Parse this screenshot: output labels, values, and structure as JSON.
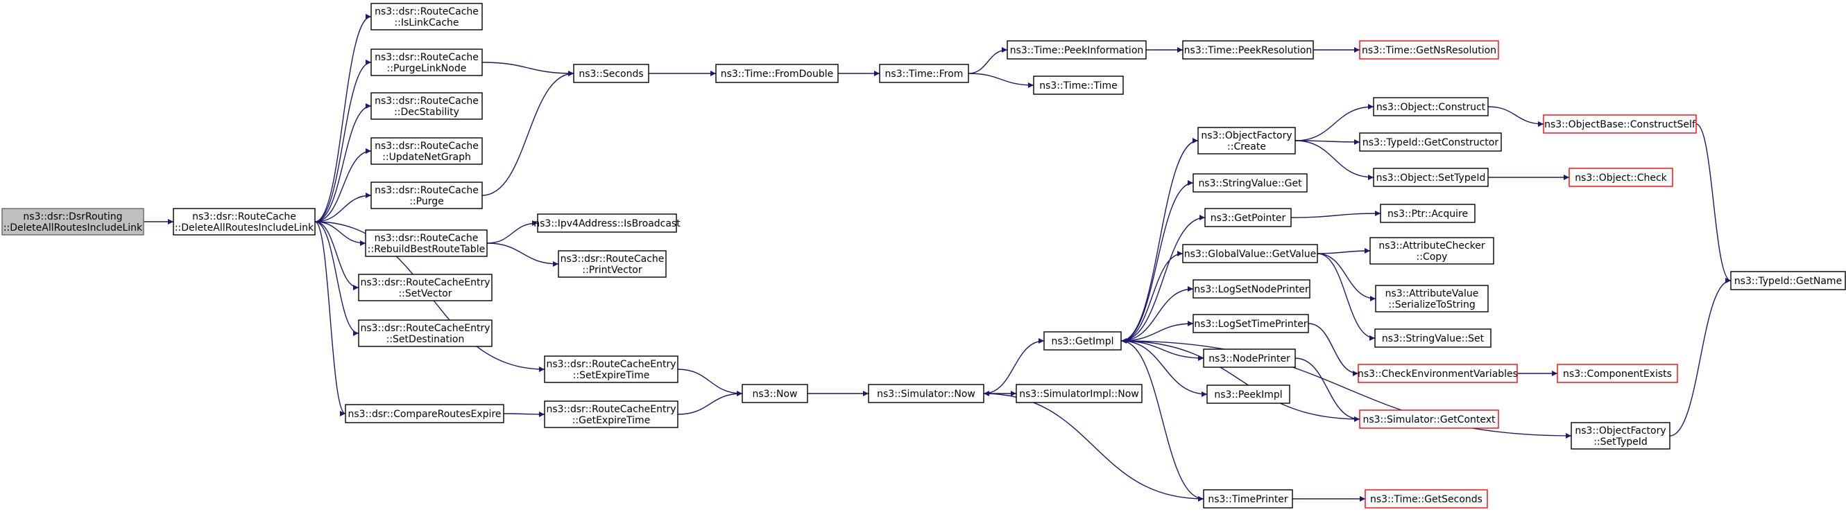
{
  "colors": {
    "edge": "#191970",
    "root_fill": "#bfbfbf",
    "missing_doc_border": "#ff0000"
  },
  "nodes": {
    "root": {
      "lines": [
        "ns3::dsr::DsrRouting",
        "::DeleteAllRoutesIncludeLink"
      ]
    },
    "rc_delete": {
      "lines": [
        "ns3::dsr::RouteCache",
        "::DeleteAllRoutesIncludeLink"
      ]
    },
    "is_link_cache": {
      "lines": [
        "ns3::dsr::RouteCache",
        "::IsLinkCache"
      ]
    },
    "purge_link_node": {
      "lines": [
        "ns3::dsr::RouteCache",
        "::PurgeLinkNode"
      ]
    },
    "dec_stability": {
      "lines": [
        "ns3::dsr::RouteCache",
        "::DecStability"
      ]
    },
    "update_net_graph": {
      "lines": [
        "ns3::dsr::RouteCache",
        "::UpdateNetGraph"
      ]
    },
    "purge": {
      "lines": [
        "ns3::dsr::RouteCache",
        "::Purge"
      ]
    },
    "rebuild": {
      "lines": [
        "ns3::dsr::RouteCache",
        "::RebuildBestRouteTable"
      ]
    },
    "set_vector": {
      "lines": [
        "ns3::dsr::RouteCacheEntry",
        "::SetVector"
      ]
    },
    "set_destination": {
      "lines": [
        "ns3::dsr::RouteCacheEntry",
        "::SetDestination"
      ]
    },
    "set_expire": {
      "lines": [
        "ns3::dsr::RouteCacheEntry",
        "::SetExpireTime"
      ]
    },
    "compare_routes": {
      "lines": [
        "ns3::dsr::CompareRoutesExpire"
      ]
    },
    "get_expire": {
      "lines": [
        "ns3::dsr::RouteCacheEntry",
        "::GetExpireTime"
      ]
    },
    "is_broadcast": {
      "lines": [
        "ns3::Ipv4Address::IsBroadcast"
      ]
    },
    "print_vector": {
      "lines": [
        "ns3::dsr::RouteCache",
        "::PrintVector"
      ]
    },
    "seconds": {
      "lines": [
        "ns3::Seconds"
      ]
    },
    "from_double": {
      "lines": [
        "ns3::Time::FromDouble"
      ]
    },
    "time_from": {
      "lines": [
        "ns3::Time::From"
      ]
    },
    "peek_information": {
      "lines": [
        "ns3::Time::PeekInformation"
      ]
    },
    "peek_resolution": {
      "lines": [
        "ns3::Time::PeekResolution"
      ]
    },
    "get_ns_resolution": {
      "lines": [
        "ns3::Time::GetNsResolution"
      ]
    },
    "time_time": {
      "lines": [
        "ns3::Time::Time"
      ]
    },
    "now": {
      "lines": [
        "ns3::Now"
      ]
    },
    "sim_now": {
      "lines": [
        "ns3::Simulator::Now"
      ]
    },
    "simimpl_now": {
      "lines": [
        "ns3::SimulatorImpl::Now"
      ]
    },
    "get_impl": {
      "lines": [
        "ns3::GetImpl"
      ]
    },
    "of_create": {
      "lines": [
        "ns3::ObjectFactory",
        "::Create"
      ]
    },
    "string_value_get": {
      "lines": [
        "ns3::StringValue::Get"
      ]
    },
    "get_pointer": {
      "lines": [
        "ns3::GetPointer"
      ]
    },
    "global_value_get": {
      "lines": [
        "ns3::GlobalValue::GetValue"
      ]
    },
    "log_set_node_printer": {
      "lines": [
        "ns3::LogSetNodePrinter"
      ]
    },
    "log_set_time_printer": {
      "lines": [
        "ns3::LogSetTimePrinter"
      ]
    },
    "node_printer": {
      "lines": [
        "ns3::NodePrinter"
      ]
    },
    "peek_impl": {
      "lines": [
        "ns3::PeekImpl"
      ]
    },
    "time_printer": {
      "lines": [
        "ns3::TimePrinter"
      ]
    },
    "object_construct": {
      "lines": [
        "ns3::Object::Construct"
      ]
    },
    "typeid_get_constructor": {
      "lines": [
        "ns3::TypeId::GetConstructor"
      ]
    },
    "object_set_typeid": {
      "lines": [
        "ns3::Object::SetTypeId"
      ]
    },
    "ptr_acquire": {
      "lines": [
        "ns3::Ptr::Acquire"
      ]
    },
    "attr_checker_copy": {
      "lines": [
        "ns3::AttributeChecker",
        "::Copy"
      ]
    },
    "attr_value_serialize": {
      "lines": [
        "ns3::AttributeValue",
        "::SerializeToString"
      ]
    },
    "string_value_set": {
      "lines": [
        "ns3::StringValue::Set"
      ]
    },
    "check_env_vars": {
      "lines": [
        "ns3::CheckEnvironmentVariables"
      ]
    },
    "component_exists": {
      "lines": [
        "ns3::ComponentExists"
      ]
    },
    "sim_get_context": {
      "lines": [
        "ns3::Simulator::GetContext"
      ]
    },
    "of_set_typeid": {
      "lines": [
        "ns3::ObjectFactory",
        "::SetTypeId"
      ]
    },
    "time_get_seconds": {
      "lines": [
        "ns3::Time::GetSeconds"
      ]
    },
    "objbase_construct_self": {
      "lines": [
        "ns3::ObjectBase::ConstructSelf"
      ]
    },
    "object_check": {
      "lines": [
        "ns3::Object::Check"
      ]
    },
    "typeid_get_name": {
      "lines": [
        "ns3::TypeId::GetName"
      ]
    }
  }
}
